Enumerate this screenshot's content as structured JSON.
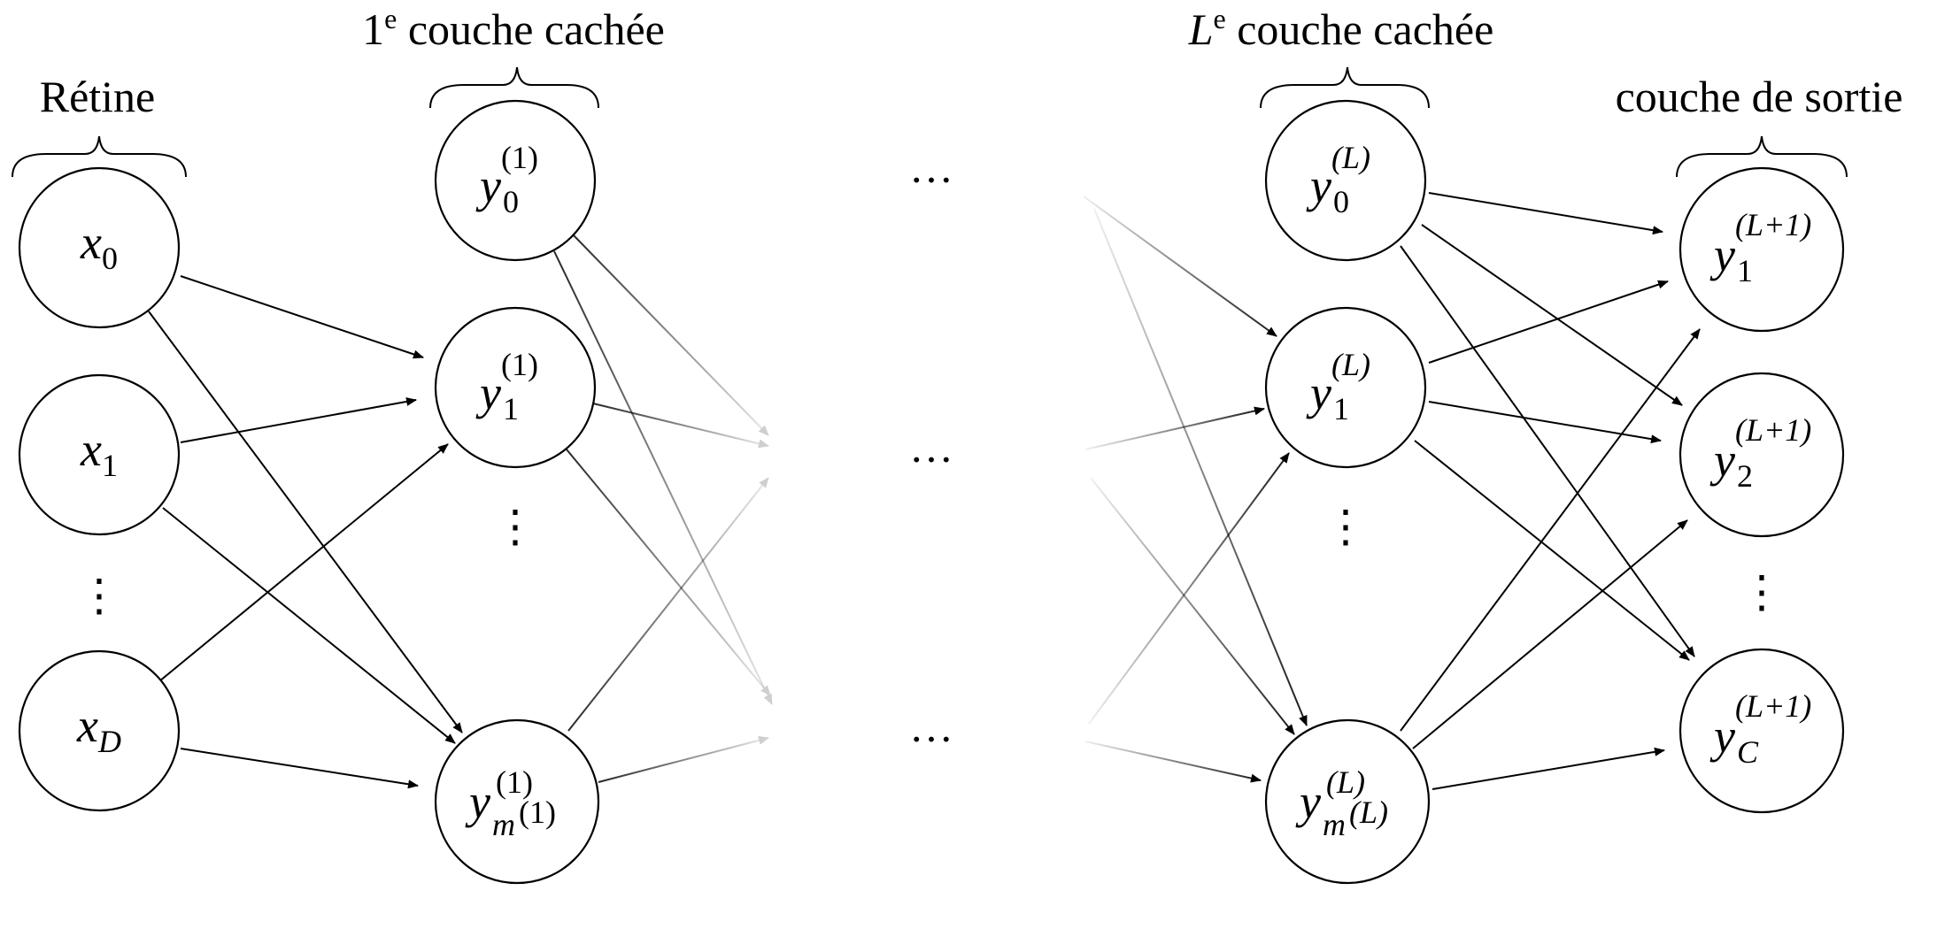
{
  "layers": {
    "input": {
      "title": "Rétine",
      "nodes": [
        {
          "var": "x",
          "sub": "0"
        },
        {
          "var": "x",
          "sub": "1"
        },
        {
          "var": "x",
          "sub": "D"
        }
      ]
    },
    "hidden_first": {
      "title_sup": "e",
      "title_prefix": "1",
      "title_rest": " couche cachée",
      "nodes": [
        {
          "var": "y",
          "sup": "(1)",
          "sub": "0"
        },
        {
          "var": "y",
          "sup": "(1)",
          "sub": "1"
        },
        {
          "var": "y",
          "sup": "(1)",
          "sub": "m",
          "subsup": "(1)"
        }
      ]
    },
    "hidden_last": {
      "title_prefix": "L",
      "title_sup": "e",
      "title_rest": " couche cachée",
      "nodes": [
        {
          "var": "y",
          "sup": "(L)",
          "sub": "0"
        },
        {
          "var": "y",
          "sup": "(L)",
          "sub": "1"
        },
        {
          "var": "y",
          "sup": "(L)",
          "sub": "m",
          "subsup": "(L)"
        }
      ]
    },
    "output": {
      "title": "couche de sortie",
      "nodes": [
        {
          "var": "y",
          "sup": "(L+1)",
          "sub": "1"
        },
        {
          "var": "y",
          "sup": "(L+1)",
          "sub": "2"
        },
        {
          "var": "y",
          "sup": "(L+1)",
          "sub": "C"
        }
      ]
    }
  },
  "ellipsis_h": "…",
  "ellipsis_v": "⋮"
}
